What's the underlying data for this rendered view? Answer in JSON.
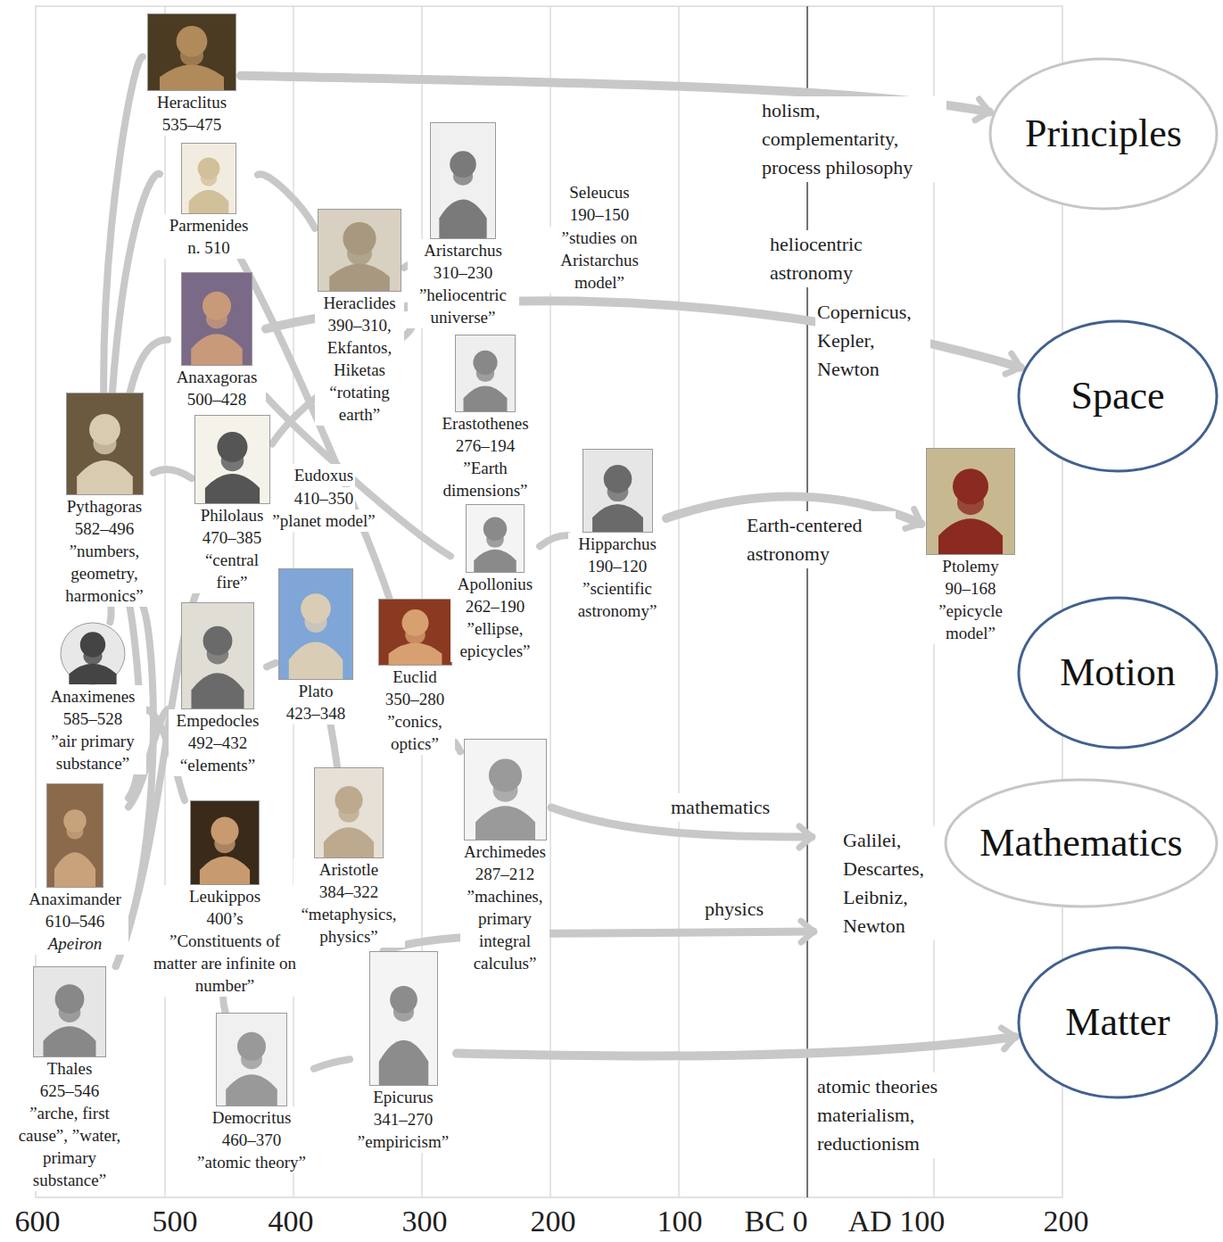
{
  "diagram": {
    "nodes": [
      {
        "text": [
          "Heraclitus",
          "535–475"
        ]
      },
      {
        "text": [
          "Parmenides",
          "n. 510"
        ]
      },
      {
        "text": [
          "Anaxagoras",
          "500–428"
        ]
      },
      {
        "text": [
          "Pythagoras",
          "582–496",
          "”numbers, geometry, harmonics”"
        ]
      },
      {
        "text": [
          "Philolaus",
          "470–385",
          "“central fire”"
        ]
      },
      {
        "text": [
          "Anaximenes",
          "585–528",
          "”air primary substance”"
        ]
      },
      {
        "text": [
          "Empedocles",
          "492–432",
          "“elements”"
        ]
      },
      {
        "text": [
          "Anaximander",
          "610–546",
          "Apeiron"
        ]
      },
      {
        "text": [
          "Leukippos",
          "400’s",
          "”Constituents of matter are infinite on number”"
        ]
      },
      {
        "text": [
          "Thales",
          "625–546",
          "”arche, first cause”, ”water, primary substance”"
        ]
      },
      {
        "text": [
          "Democritus",
          "460–370",
          "”atomic theory”"
        ]
      },
      {
        "text": [
          "Heraclides",
          "390–310,",
          "Ekfantos, Hiketas",
          "“rotating earth”"
        ]
      },
      {
        "text": [
          "Plato",
          "423–348"
        ]
      },
      {
        "text": [
          "Aristotle",
          "384–322",
          "“metaphysics, physics”"
        ]
      },
      {
        "text": [
          "Euclid",
          "350–280",
          "”conics, optics”"
        ]
      },
      {
        "text": [
          "Epicurus",
          "341–270",
          "”empiricism”"
        ]
      },
      {
        "text": [
          "Aristarchus",
          "310–230",
          "”heliocentric universe”"
        ]
      },
      {
        "text": [
          "Erastothenes",
          "276–194",
          "”Earth dimensions”"
        ]
      },
      {
        "text": [
          "Apollonius",
          "262–190",
          "”ellipse, epicycles”"
        ]
      },
      {
        "text": [
          "Archimedes",
          "287–212",
          "”machines, primary integral calculus”"
        ]
      },
      {
        "text": [
          "Hipparchus",
          "190–120",
          "”scientific astronomy”"
        ]
      },
      {
        "text": [
          "Ptolemy",
          "90–168",
          "”epicycle model”"
        ]
      },
      {
        "text": [
          "Principles"
        ]
      },
      {
        "text": [
          "Space"
        ]
      },
      {
        "text": [
          "Motion"
        ]
      },
      {
        "text": [
          "Mathematics"
        ]
      },
      {
        "text": [
          "Matter"
        ]
      }
    ],
    "edges": [
      {
        "from": 3,
        "to": 0,
        "arrow": "none"
      },
      {
        "from": 0,
        "to": 22,
        "arrow": "to"
      },
      {
        "from": 3,
        "to": 1,
        "arrow": "none"
      },
      {
        "from": 1,
        "to": 11,
        "arrow": "none"
      },
      {
        "from": 11,
        "to": 16,
        "arrow": "none"
      },
      {
        "from": 3,
        "to": 2,
        "arrow": "none"
      },
      {
        "from": 2,
        "to": 23,
        "arrow": "to"
      },
      {
        "from": 2,
        "to": 18,
        "arrow": "none"
      },
      {
        "from": 18,
        "to": 20,
        "arrow": "none"
      },
      {
        "from": 20,
        "to": 21,
        "arrow": "to"
      },
      {
        "from": 4,
        "to": 16,
        "arrow": "none"
      },
      {
        "from": 9,
        "to": 3,
        "arrow": "none"
      },
      {
        "from": 7,
        "to": 3,
        "arrow": "none"
      },
      {
        "from": 5,
        "to": 3,
        "arrow": "none"
      },
      {
        "from": 9,
        "to": 4,
        "arrow": "none"
      },
      {
        "from": 7,
        "to": 6,
        "arrow": "none"
      },
      {
        "from": 5,
        "to": 8,
        "arrow": "none"
      },
      {
        "from": 8,
        "to": 10,
        "arrow": "none"
      },
      {
        "from": 10,
        "to": 15,
        "arrow": "none"
      },
      {
        "from": 15,
        "to": 26,
        "arrow": "to"
      },
      {
        "from": 6,
        "to": 12,
        "arrow": "none"
      },
      {
        "from": 1,
        "to": 14,
        "arrow": "none"
      },
      {
        "from": 14,
        "to": 19,
        "arrow": "none"
      },
      {
        "from": 12,
        "to": 13,
        "arrow": "none"
      },
      {
        "from": 3,
        "to": 4,
        "arrow": "none"
      }
    ],
    "labels": [
      "Eudoxus",
      "410–350",
      "”planet model”",
      "Seleucus",
      "190–150",
      "”studies on Aristarchus model”",
      "holism, complementarity, process philosophy",
      "heliocentric astronomy",
      "Copernicus, Kepler, Newton",
      "Earth-centered astronomy",
      "mathematics",
      "physics",
      "Galilei, Descartes, Leibniz, Newton",
      "atomic theories materialism, reductionism",
      "600",
      "500",
      "400",
      "300",
      "200",
      "100",
      "BC 0",
      "AD 100",
      "200"
    ]
  }
}
